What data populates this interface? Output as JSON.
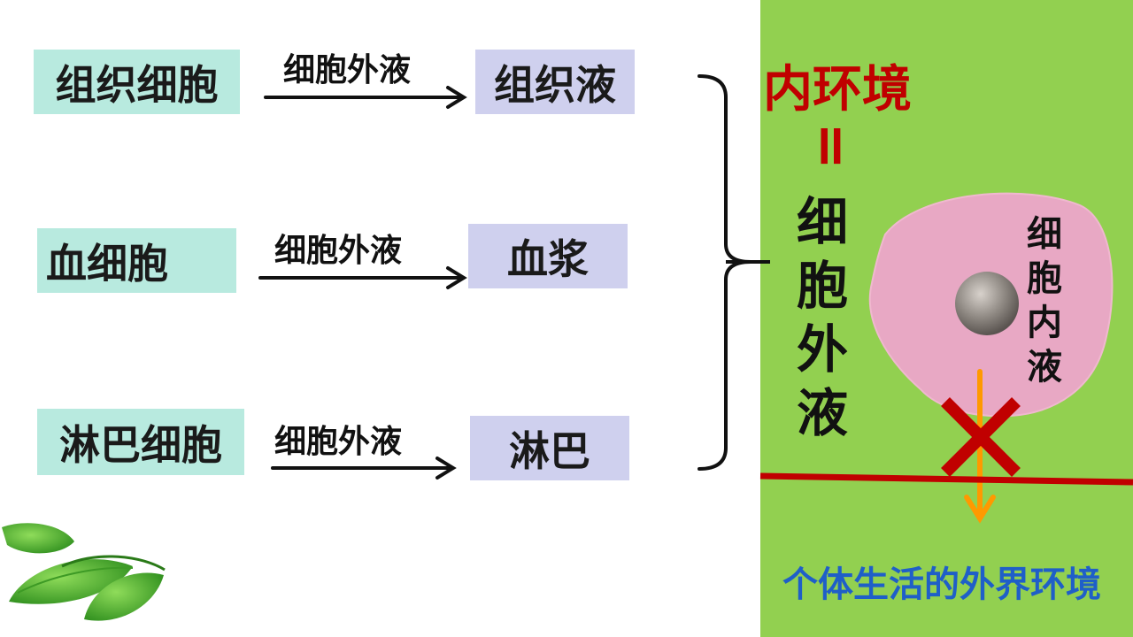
{
  "rows": [
    {
      "source": "组织细胞",
      "arrow": "细胞外液",
      "target": "组织液"
    },
    {
      "source": "血细胞",
      "arrow": "细胞外液",
      "target": "血浆"
    },
    {
      "source": "淋巴细胞",
      "arrow": "细胞外液",
      "target": "淋巴"
    }
  ],
  "panel": {
    "title": "内环境",
    "equals": "=",
    "vertical_chars": [
      "细",
      "胞",
      "外",
      "液"
    ],
    "cell_chars": [
      "细",
      "胞",
      "内",
      "液"
    ],
    "bottom_text": "个体生活的外界环境"
  },
  "colors": {
    "cell_box": "#b8eadf",
    "fluid_box": "#cfd0ee",
    "panel_bg": "#92d050",
    "title": "#c00000",
    "cell_body": "#e8a8c4",
    "boundary_line": "#c00000",
    "arrow": "#ff9900",
    "cross": "#c00000",
    "bottom_text": "#1f5fc8"
  }
}
